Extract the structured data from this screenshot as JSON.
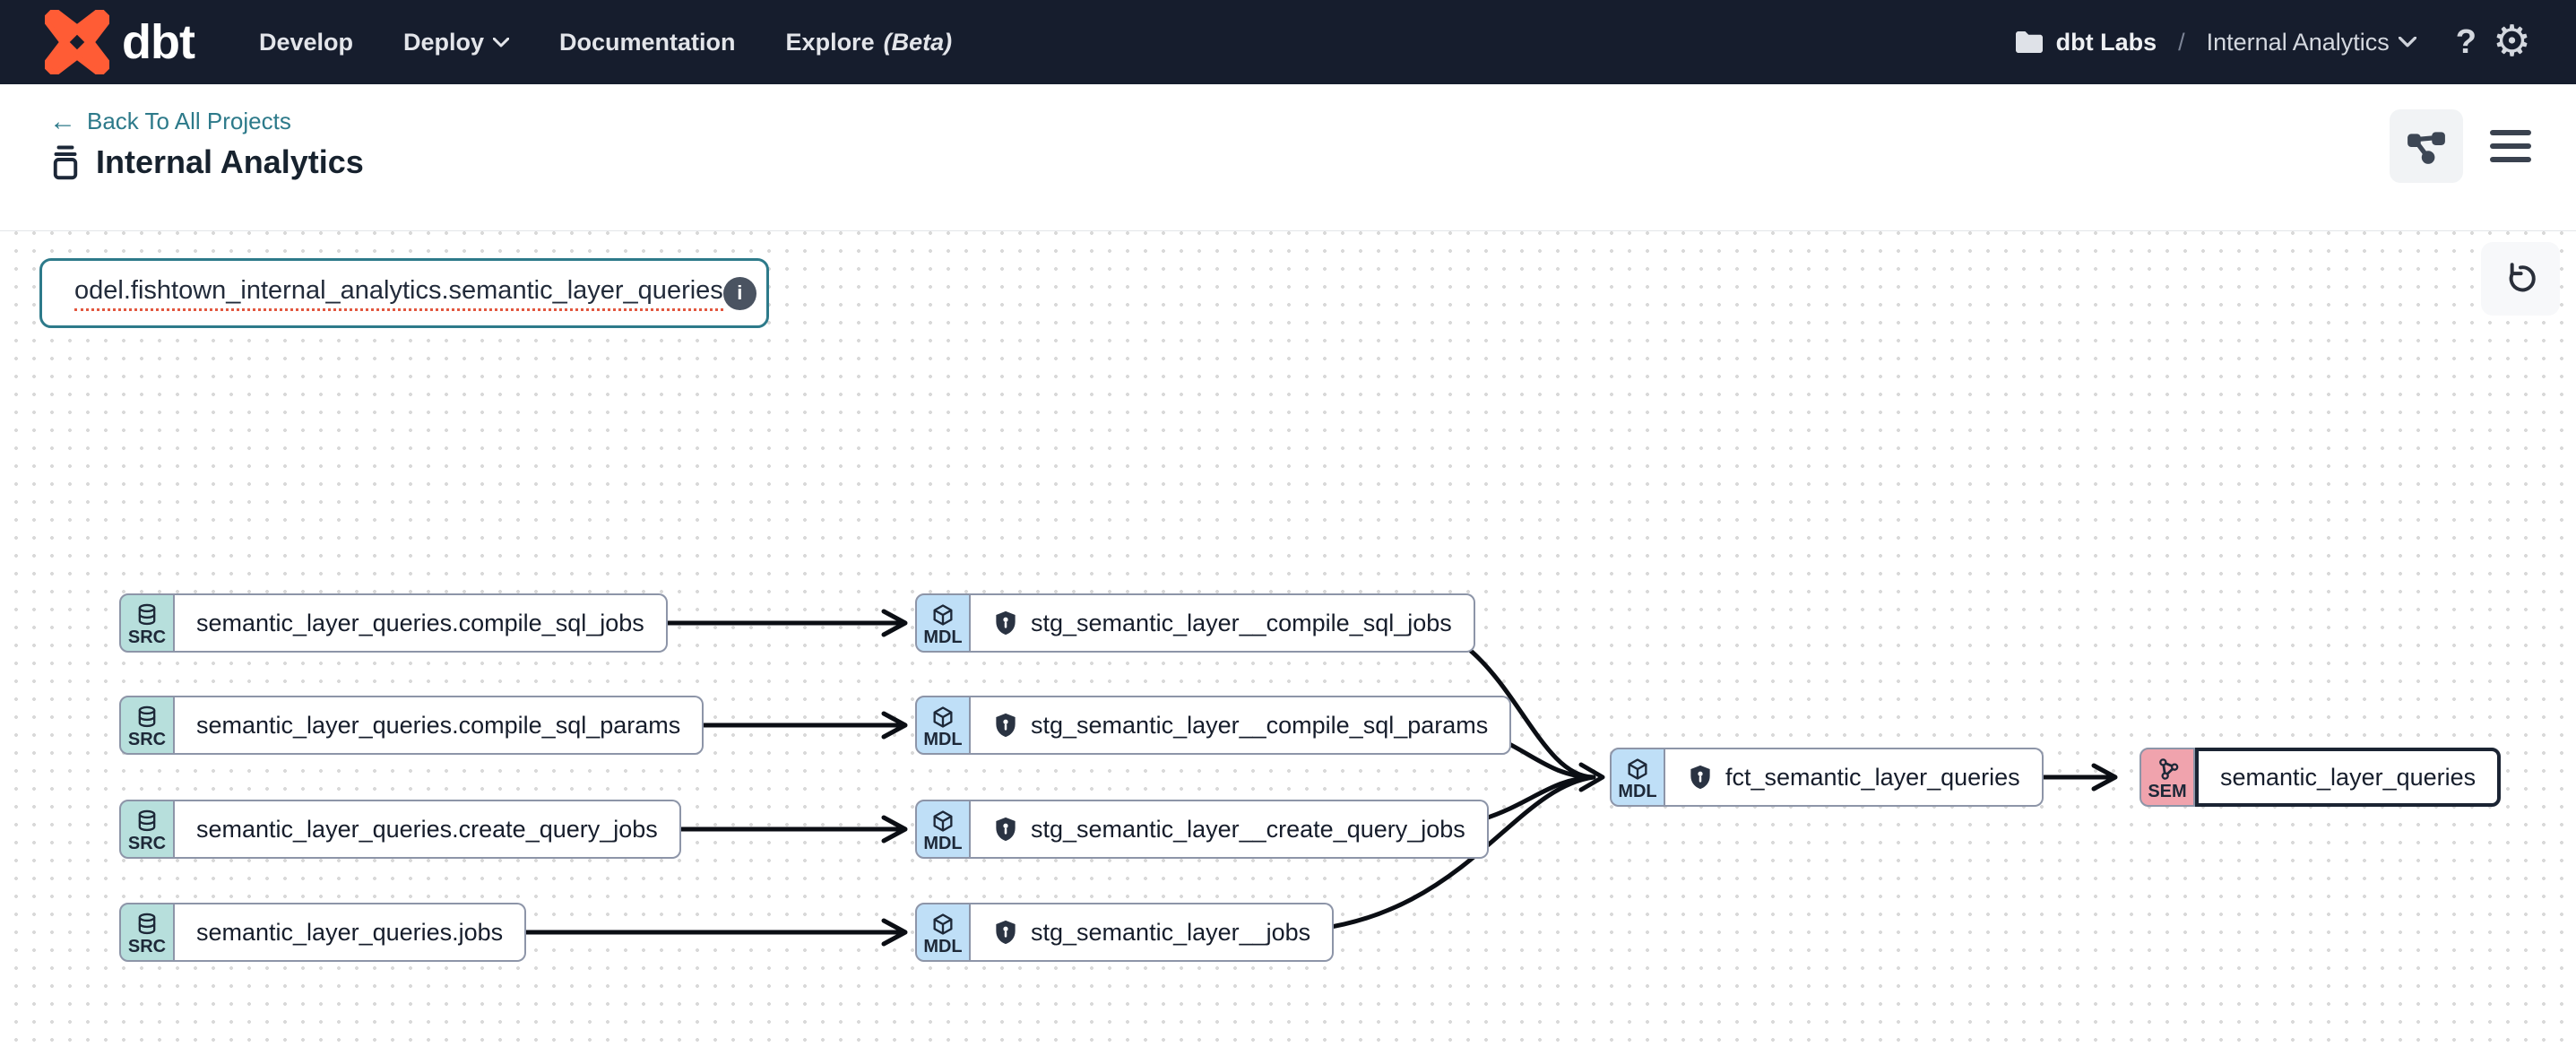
{
  "navbar": {
    "logo_text": "dbt",
    "develop": "Develop",
    "deploy": "Deploy",
    "documentation": "Documentation",
    "explore": "Explore",
    "explore_beta": "(Beta)",
    "account": "dbt Labs",
    "separator": "/",
    "project": "Internal Analytics"
  },
  "header": {
    "back_link": "Back To All Projects",
    "back_arrow": "←",
    "title": "Internal Analytics"
  },
  "toolbar": {
    "search_value": "odel.fishtown_internal_analytics.semantic_layer_queries",
    "info_glyph": "i"
  },
  "icons": {
    "help_glyph": "?",
    "gear_glyph": "⚙"
  },
  "graph": {
    "src_nodes": [
      {
        "badge": "SRC",
        "label": "semantic_layer_queries.compile_sql_jobs"
      },
      {
        "badge": "SRC",
        "label": "semantic_layer_queries.compile_sql_params"
      },
      {
        "badge": "SRC",
        "label": "semantic_layer_queries.create_query_jobs"
      },
      {
        "badge": "SRC",
        "label": "semantic_layer_queries.jobs"
      }
    ],
    "stg_nodes": [
      {
        "badge": "MDL",
        "label": "stg_semantic_layer__compile_sql_jobs"
      },
      {
        "badge": "MDL",
        "label": "stg_semantic_layer__compile_sql_params"
      },
      {
        "badge": "MDL",
        "label": "stg_semantic_layer__create_query_jobs"
      },
      {
        "badge": "MDL",
        "label": "stg_semantic_layer__jobs"
      }
    ],
    "fct_node": {
      "badge": "MDL",
      "label": "fct_semantic_layer_queries"
    },
    "sem_node": {
      "badge": "SEM",
      "label": "semantic_layer_queries"
    }
  },
  "colors": {
    "navbar_bg": "#161d2d",
    "accent_teal": "#2d7a8a",
    "logo_orange": "#ff5c35",
    "src_badge": "#b7dfdc",
    "mdl_badge": "#bfdff7",
    "sem_badge": "#f0a3ad",
    "edge": "#0b0e14",
    "spellcheck_red": "#e2573f"
  }
}
